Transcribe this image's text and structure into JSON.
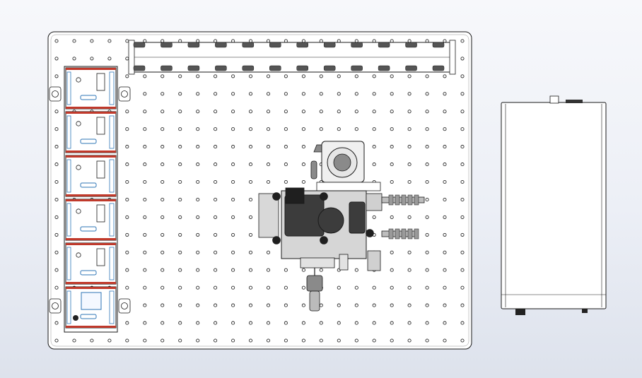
{
  "viewport": {
    "background_top": "#f7f8fb",
    "background_bottom": "#dde2ec"
  },
  "colors": {
    "line": "#1a1a1a",
    "hole": "#2a2a2a",
    "module_accent": "#c0392b",
    "module_blue": "#2e75b6",
    "component_dark": "#3c3c3c",
    "component_mid": "#8a8a8a",
    "paper": "#ffffff"
  },
  "breadboard": {
    "hole_columns": 24,
    "hole_rows": 18
  },
  "cable_rack": {
    "hook_count": 12
  },
  "control_modules": {
    "count": 6,
    "display_module_index": 5
  },
  "icons": {
    "board": "optical-breadboard-icon",
    "rack": "cable-rack-icon",
    "module": "control-module-icon",
    "stage": "microscope-stage-icon",
    "cabinet": "enclosure-side-view-icon"
  }
}
